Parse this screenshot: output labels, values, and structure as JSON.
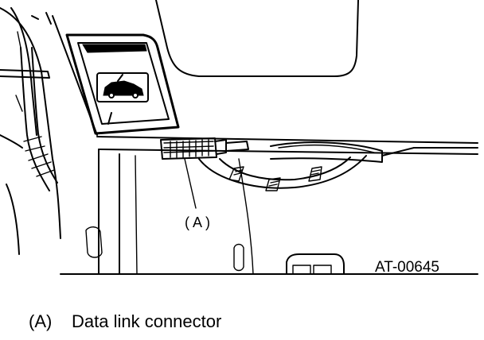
{
  "figure": {
    "callout_label": "( A )",
    "figure_code": "AT-00645"
  },
  "legend": {
    "items": [
      {
        "key": "(A)",
        "text": "Data link connector"
      }
    ]
  },
  "icons": {
    "hood_release": "car-hood-release-icon",
    "connector": "data-link-connector-icon"
  }
}
